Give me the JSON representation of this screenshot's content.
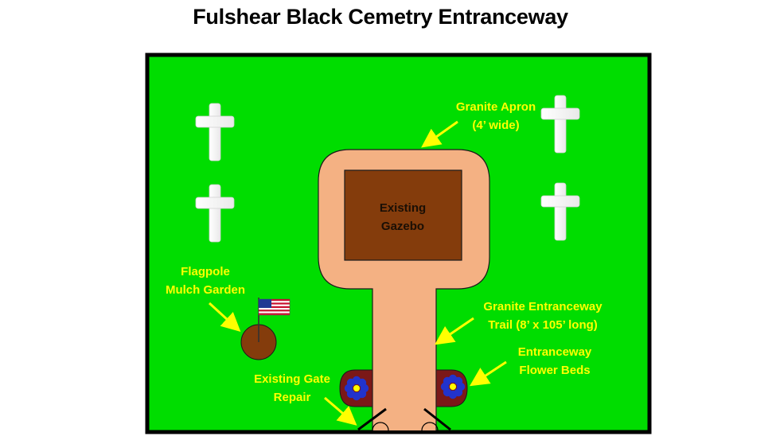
{
  "title": "Fulshear Black Cemetry Entranceway",
  "labels": {
    "gazebo": [
      "Existing",
      "Gazebo"
    ],
    "granite_apron": [
      "Granite Apron",
      "(4’ wide)"
    ],
    "flagpole": [
      "Flagpole",
      "Mulch Garden"
    ],
    "trail": [
      "Granite Entranceway",
      "Trail (8’ x 105’ long)"
    ],
    "flower_beds": [
      "Entranceway",
      "Flower Beds"
    ],
    "gate": [
      "Existing Gate",
      "Repair"
    ]
  },
  "colors": {
    "grass": "#00dd00",
    "granite": "#f4b183",
    "gazebo": "#843c0c",
    "mulch": "#843c0c",
    "flower_bed": "#7b1818",
    "flower": "#2233cc",
    "flower_center": "#ffff00",
    "label": "#ffff00",
    "cross": "#ffffff",
    "border": "#000000"
  },
  "icons": [
    "cross-icon",
    "cross-icon",
    "cross-icon",
    "cross-icon",
    "us-flag-icon",
    "flower-icon",
    "flower-icon"
  ]
}
